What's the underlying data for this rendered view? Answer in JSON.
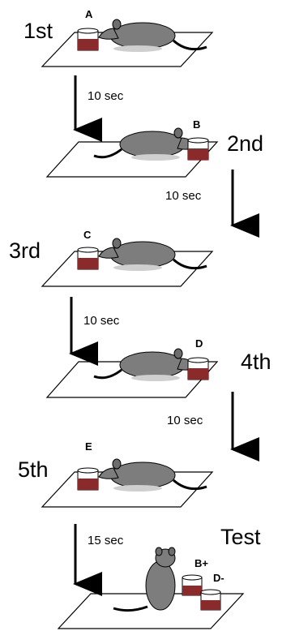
{
  "trials": [
    {
      "stage": "1st",
      "cup": "A"
    },
    {
      "stage": "2nd",
      "cup": "B"
    },
    {
      "stage": "3rd",
      "cup": "C"
    },
    {
      "stage": "4th",
      "cup": "D"
    },
    {
      "stage": "5th",
      "cup": "E"
    }
  ],
  "intervals": [
    "10 sec",
    "10 sec",
    "10 sec",
    "10 sec",
    "15 sec"
  ],
  "test": {
    "stage": "Test",
    "cups": [
      "B+",
      "D-"
    ]
  },
  "colors": {
    "liquid": "#8a2a2a",
    "rat": "#7d7d7d",
    "line": "#000000"
  }
}
